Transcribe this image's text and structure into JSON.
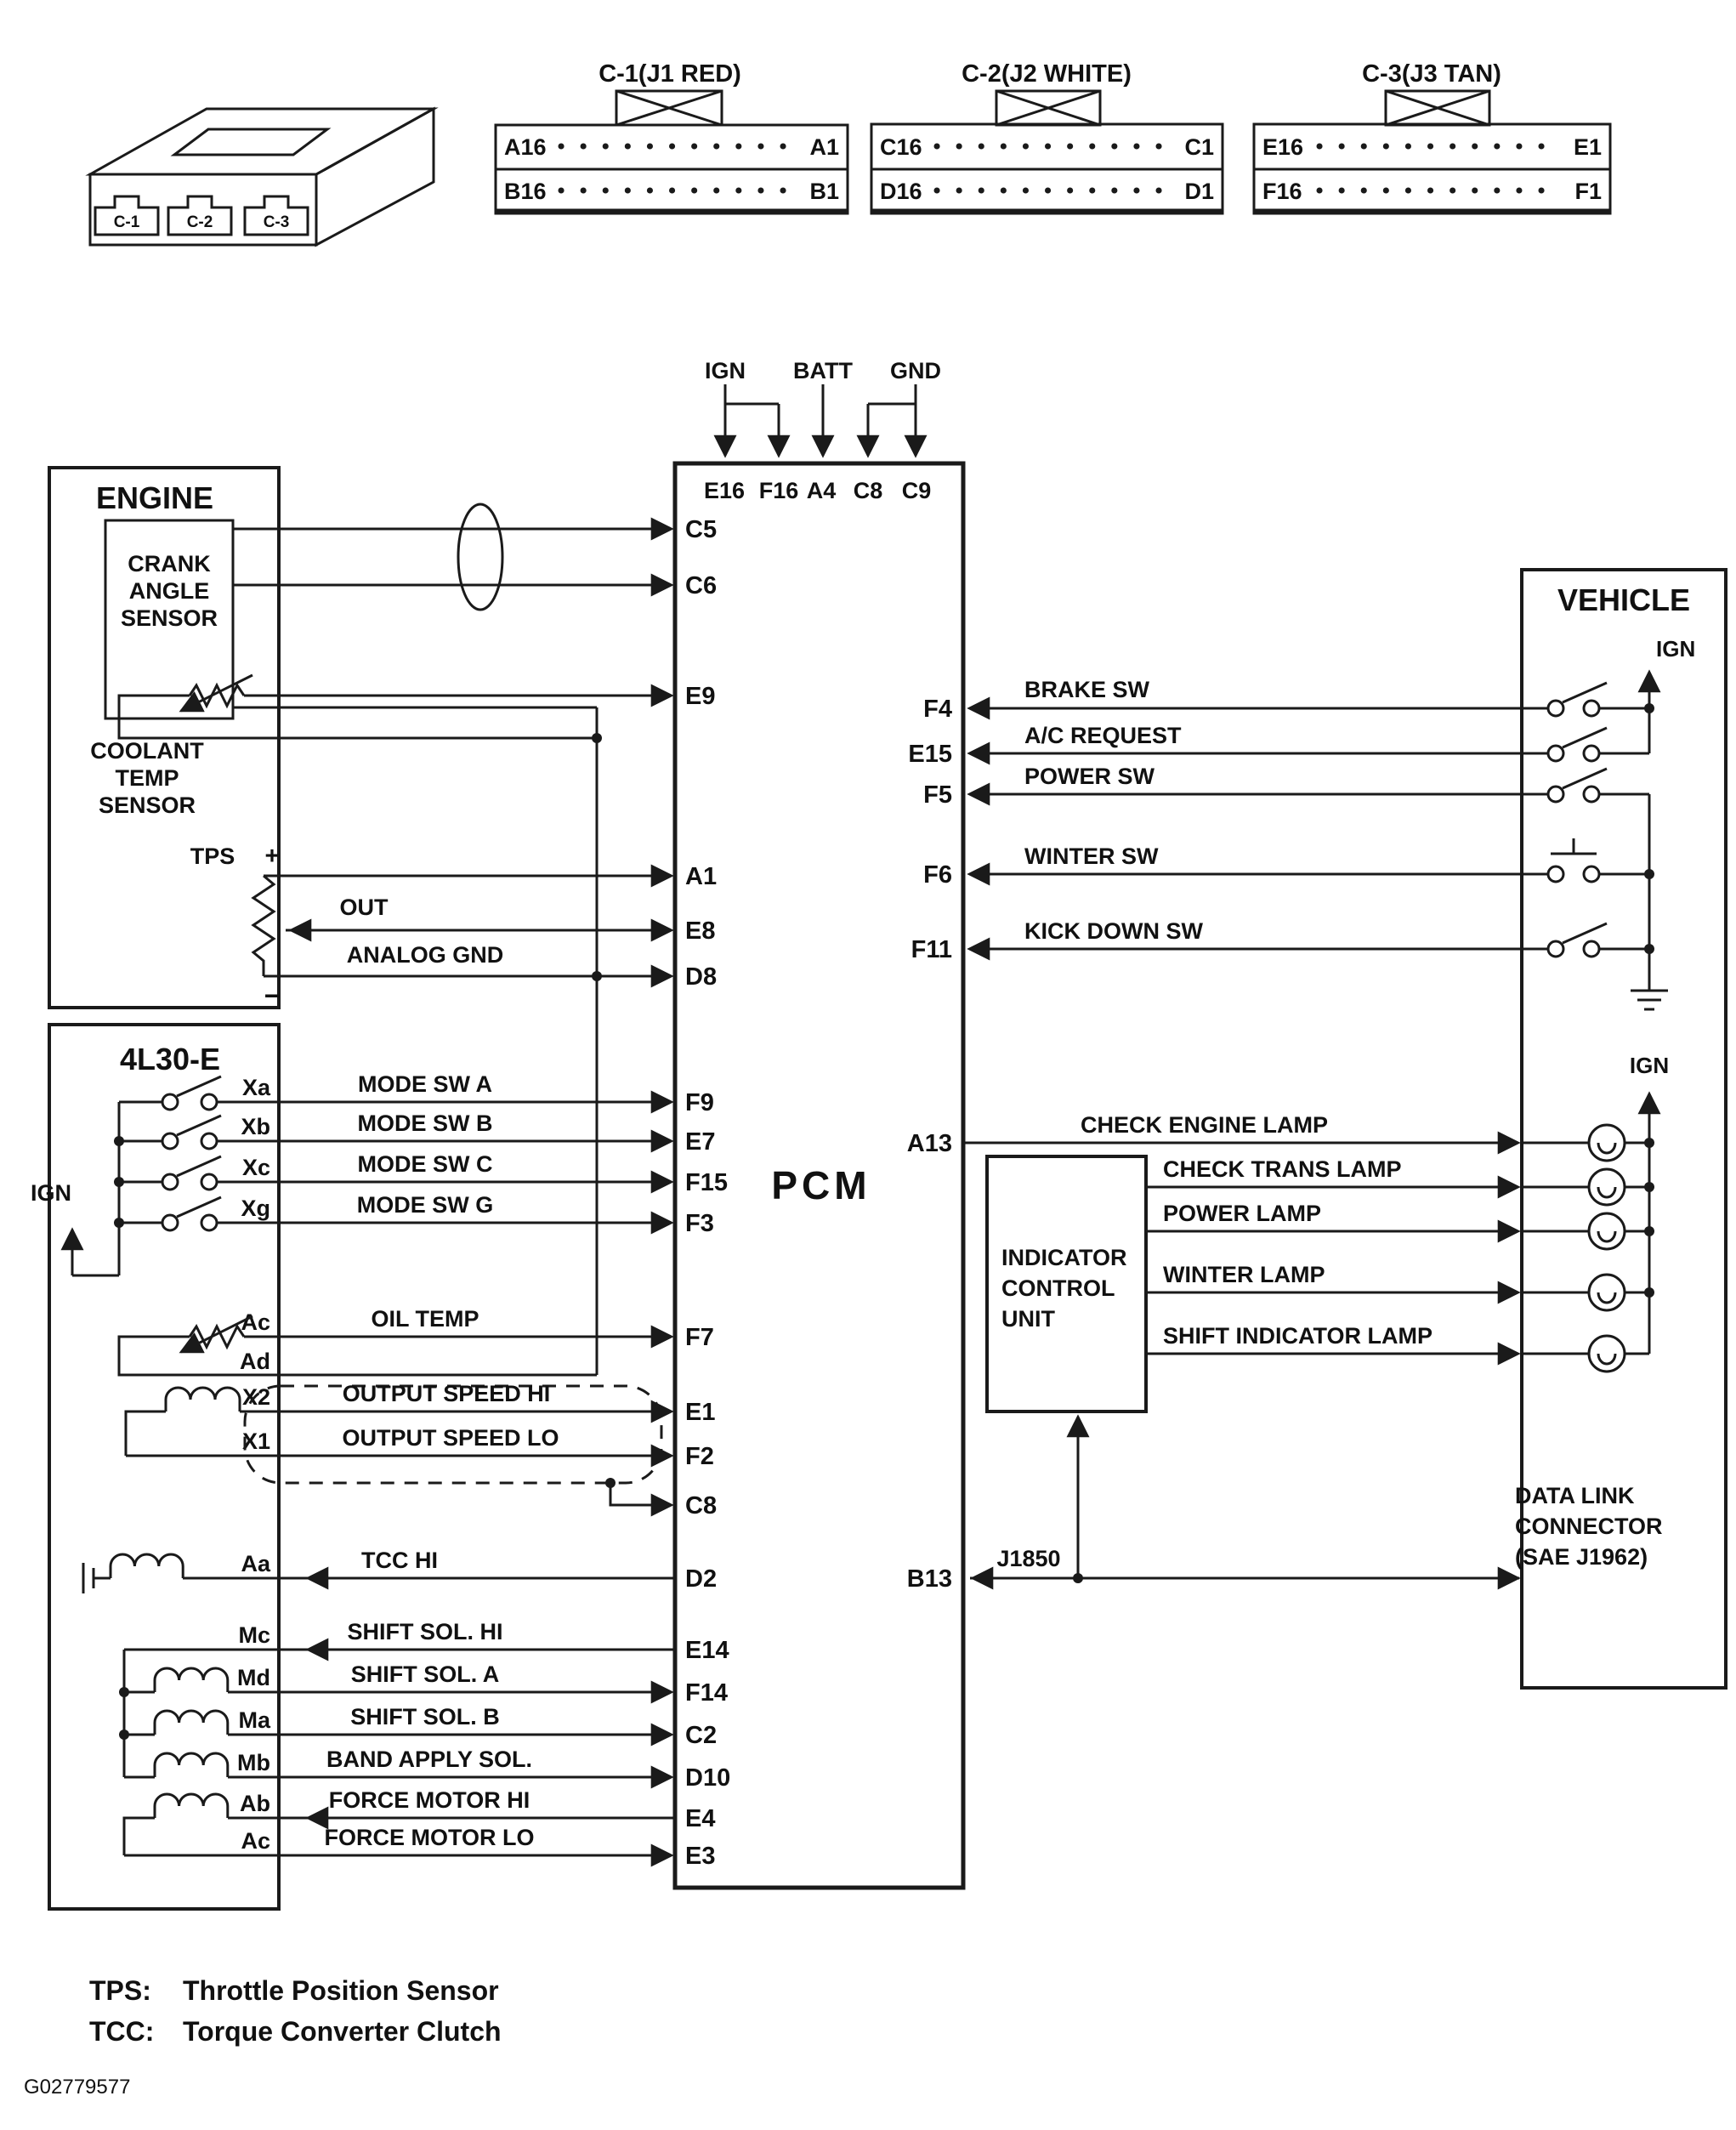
{
  "module": {
    "c1": "C-1",
    "c2": "C-2",
    "c3": "C-3"
  },
  "connectors": {
    "c1": {
      "title": "C-1(J1 RED)",
      "r1l": "A16",
      "r1r": "A1",
      "r2l": "B16",
      "r2r": "B1"
    },
    "c2": {
      "title": "C-2(J2 WHITE)",
      "r1l": "C16",
      "r1r": "C1",
      "r2l": "D16",
      "r2r": "D1"
    },
    "c3": {
      "title": "C-3(J3 TAN)",
      "r1l": "E16",
      "r1r": "E1",
      "r2l": "F16",
      "r2r": "F1"
    }
  },
  "pcm": {
    "label": "PCM",
    "ign": "IGN",
    "batt": "BATT",
    "gnd": "GND",
    "top_pins": [
      "E16",
      "F16",
      "A4",
      "C8",
      "C9"
    ],
    "left_pins": [
      "C5",
      "C6",
      "E9",
      "A1",
      "E8",
      "D8",
      "F9",
      "E7",
      "F15",
      "F3",
      "F7",
      "E1",
      "F2",
      "C8",
      "D2",
      "E14",
      "F14",
      "C2",
      "D10",
      "E4",
      "E3"
    ],
    "right_pins": [
      "F4",
      "E15",
      "F5",
      "F6",
      "F11",
      "A13",
      "B13"
    ]
  },
  "engine": {
    "title": "ENGINE",
    "crank": [
      "CRANK",
      "ANGLE",
      "SENSOR"
    ],
    "coolant": [
      "COOLANT",
      "TEMP",
      "SENSOR"
    ],
    "tps": {
      "label": "TPS",
      "plus": "+",
      "out": "OUT",
      "minus": "−",
      "analog_gnd": "ANALOG GND"
    }
  },
  "trans": {
    "title": "4L30-E",
    "ign": "IGN",
    "pins": {
      "xa": "Xa",
      "xb": "Xb",
      "xc": "Xc",
      "xg": "Xg",
      "ac_oil": "Ac",
      "ad": "Ad",
      "x2": "X2",
      "x1": "X1",
      "aa": "Aa",
      "mc": "Mc",
      "md": "Md",
      "ma": "Ma",
      "mb": "Mb",
      "ab": "Ab",
      "ac_fm": "Ac"
    },
    "signals": {
      "mode_a": "MODE SW A",
      "mode_b": "MODE SW B",
      "mode_c": "MODE SW C",
      "mode_g": "MODE SW G",
      "oil": "OIL TEMP",
      "spd_hi": "OUTPUT SPEED HI",
      "spd_lo": "OUTPUT SPEED LO",
      "tcc": "TCC HI",
      "ssol_hi": "SHIFT SOL. HI",
      "ssol_a": "SHIFT SOL. A",
      "ssol_b": "SHIFT SOL. B",
      "band": "BAND APPLY SOL.",
      "fm_hi": "FORCE MOTOR HI",
      "fm_lo": "FORCE MOTOR LO"
    }
  },
  "vehicle": {
    "title": "VEHICLE",
    "ign_top": "IGN",
    "ign_lamps": "IGN",
    "switches": {
      "brake": "BRAKE SW",
      "ac": "A/C REQUEST",
      "power": "POWER SW",
      "winter": "WINTER SW",
      "kick": "KICK DOWN SW"
    },
    "lamps": {
      "check_engine": "CHECK ENGINE LAMP",
      "check_trans": "CHECK TRANS LAMP",
      "power": "POWER LAMP",
      "winter": "WINTER LAMP",
      "shift": "SHIFT INDICATOR LAMP"
    },
    "dlc": [
      "DATA LINK",
      "CONNECTOR",
      "(SAE J1962)"
    ],
    "j1850": "J1850"
  },
  "icu": [
    "INDICATOR",
    "CONTROL",
    "UNIT"
  ],
  "legend": {
    "tps_k": "TPS:",
    "tps_v": "Throttle Position Sensor",
    "tcc_k": "TCC:",
    "tcc_v": "Torque Converter Clutch"
  },
  "doc_id": "G02779577"
}
